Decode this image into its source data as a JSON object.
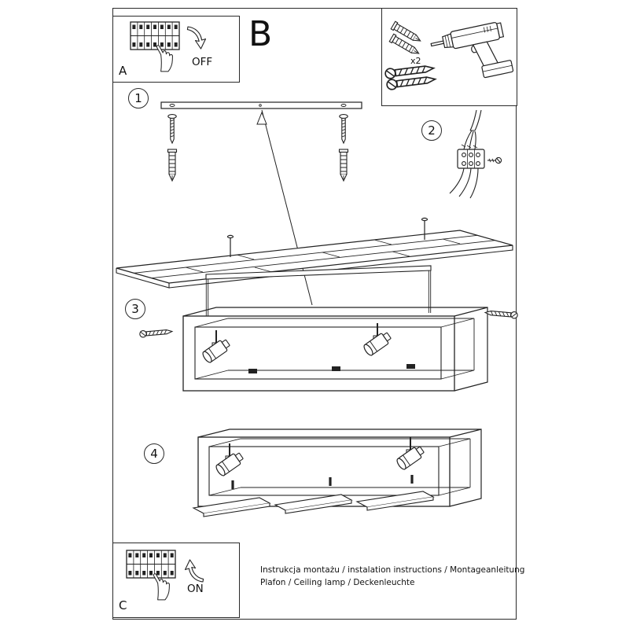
{
  "panel_a": {
    "label": "A",
    "state_label": "OFF"
  },
  "panel_b": {
    "label": "B"
  },
  "panel_c": {
    "label": "C",
    "state_label": "ON"
  },
  "tools": {
    "plug_quantity": "x2"
  },
  "steps": [
    {
      "num": "1"
    },
    {
      "num": "2"
    },
    {
      "num": "3"
    },
    {
      "num": "4"
    }
  ],
  "footer": {
    "line1": "Instrukcja montażu / instalation instructions / Montageanleitung",
    "line2": "Plafon / Ceiling lamp / Deckenleuchte"
  },
  "colors": {
    "line": "#222222",
    "background": "#ffffff"
  },
  "illustrations": [
    "fuse-box",
    "pressing-hand",
    "flip-arrow",
    "drill",
    "wall-plug",
    "screw",
    "mounting-rail",
    "wire-terminal",
    "ceiling-panel",
    "lamp-frame",
    "spotlight",
    "wood-board"
  ]
}
